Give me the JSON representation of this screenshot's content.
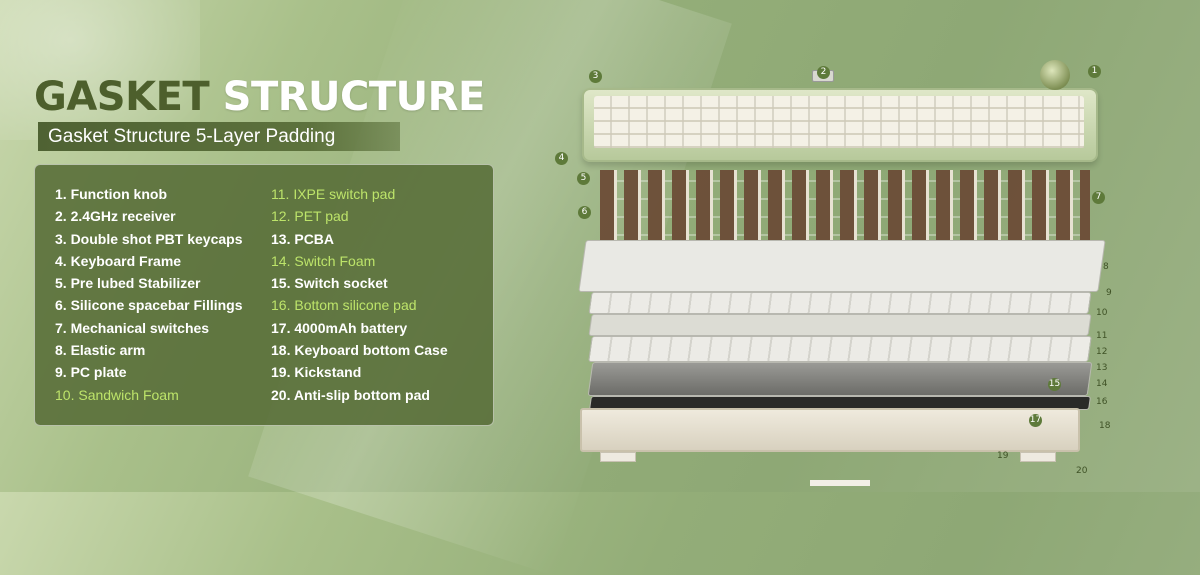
{
  "title": {
    "part1": "GASKET",
    "part2": "STRUCTURE"
  },
  "subtitle": "Gasket Structure 5-Layer Padding",
  "components_left": [
    {
      "text": "1. Function knob",
      "highlight": false
    },
    {
      "text": "2. 2.4GHz receiver",
      "highlight": false
    },
    {
      "text": "3. Double shot PBT keycaps",
      "highlight": false
    },
    {
      "text": "4. Keyboard Frame",
      "highlight": false
    },
    {
      "text": "5. Pre lubed Stabilizer",
      "highlight": false
    },
    {
      "text": "6. Silicone spacebar Fillings",
      "highlight": false
    },
    {
      "text": "7. Mechanical switches",
      "highlight": false
    },
    {
      "text": "8. Elastic arm",
      "highlight": false
    },
    {
      "text": "9. PC plate",
      "highlight": false
    },
    {
      "text": "10. Sandwich Foam",
      "highlight": true
    }
  ],
  "components_right": [
    {
      "text": "11. IXPE switch pad",
      "highlight": true
    },
    {
      "text": "12. PET pad",
      "highlight": true
    },
    {
      "text": "13. PCBA",
      "highlight": false
    },
    {
      "text": "14. Switch Foam",
      "highlight": true
    },
    {
      "text": "15. Switch socket",
      "highlight": false
    },
    {
      "text": "16. Bottom silicone pad",
      "highlight": true
    },
    {
      "text": "17. 4000mAh battery",
      "highlight": false
    },
    {
      "text": "18. Keyboard bottom Case",
      "highlight": false
    },
    {
      "text": "19. Kickstand",
      "highlight": false
    },
    {
      "text": "20. Anti-slip bottom pad",
      "highlight": false
    }
  ],
  "callouts": [
    "1",
    "2",
    "3",
    "4",
    "5",
    "6",
    "7",
    "8",
    "9",
    "10",
    "11",
    "12",
    "13",
    "14",
    "15",
    "16",
    "17",
    "18",
    "19",
    "20"
  ],
  "colors": {
    "highlight": "#bde46a",
    "panel": "#566c37",
    "title_dark": "#4d5f2c"
  }
}
